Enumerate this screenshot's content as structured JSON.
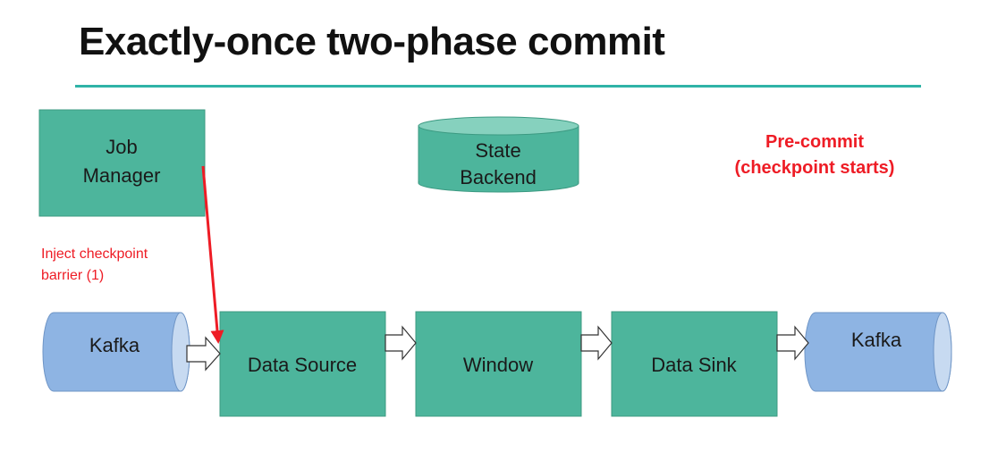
{
  "slide": {
    "title": "Exactly-once two-phase commit"
  },
  "nodes": {
    "job_manager": {
      "lines": [
        "Job",
        "Manager"
      ]
    },
    "state_backend": {
      "lines": [
        "State",
        "Backend"
      ]
    },
    "kafka_in": {
      "label": "Kafka"
    },
    "data_source": {
      "label": "Data Source"
    },
    "window": {
      "label": "Window"
    },
    "data_sink": {
      "label": "Data Sink"
    },
    "kafka_out": {
      "label": "Kafka"
    }
  },
  "annotations": {
    "phase": {
      "lines": [
        "Pre-commit",
        "(checkpoint starts)"
      ]
    },
    "inject": {
      "lines": [
        "Inject checkpoint",
        "barrier (1)"
      ]
    }
  },
  "colors": {
    "box": "#4db59c",
    "box_border": "#3c9a82",
    "kafka": "#8eb4e3",
    "kafka_border": "#6f95c6",
    "accent_red": "#ee1c25",
    "rule": "#2fb3a7",
    "arrow_outline": "#333333"
  }
}
